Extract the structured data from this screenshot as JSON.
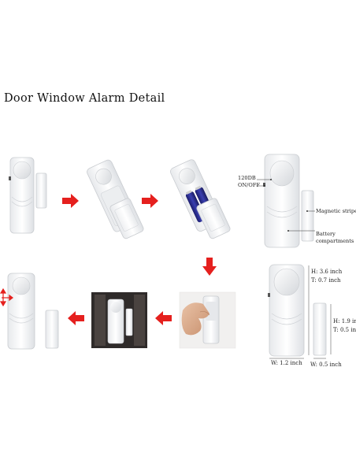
{
  "title": "Door Window Alarm Detail",
  "labels": {
    "decibel": "120DB",
    "power": "ON/OFF",
    "magnetic": "Magnetic stripe",
    "battery_line1": "Battery",
    "battery_line2": "compartments"
  },
  "dimensions": {
    "main_height": "H: 3.6 inch",
    "main_thickness": "T: 0.7 inch",
    "main_width": "W: 1.2 inch",
    "magnet_height": "H: 1.9 in",
    "magnet_thickness": "T: 0.5 in",
    "magnet_width": "W: 0.5 inch"
  },
  "colors": {
    "arrow": "#e5201e",
    "device": "#f4f5f6",
    "device_outline": "#c9ccd0",
    "door_frame": "#2f2b2a"
  }
}
